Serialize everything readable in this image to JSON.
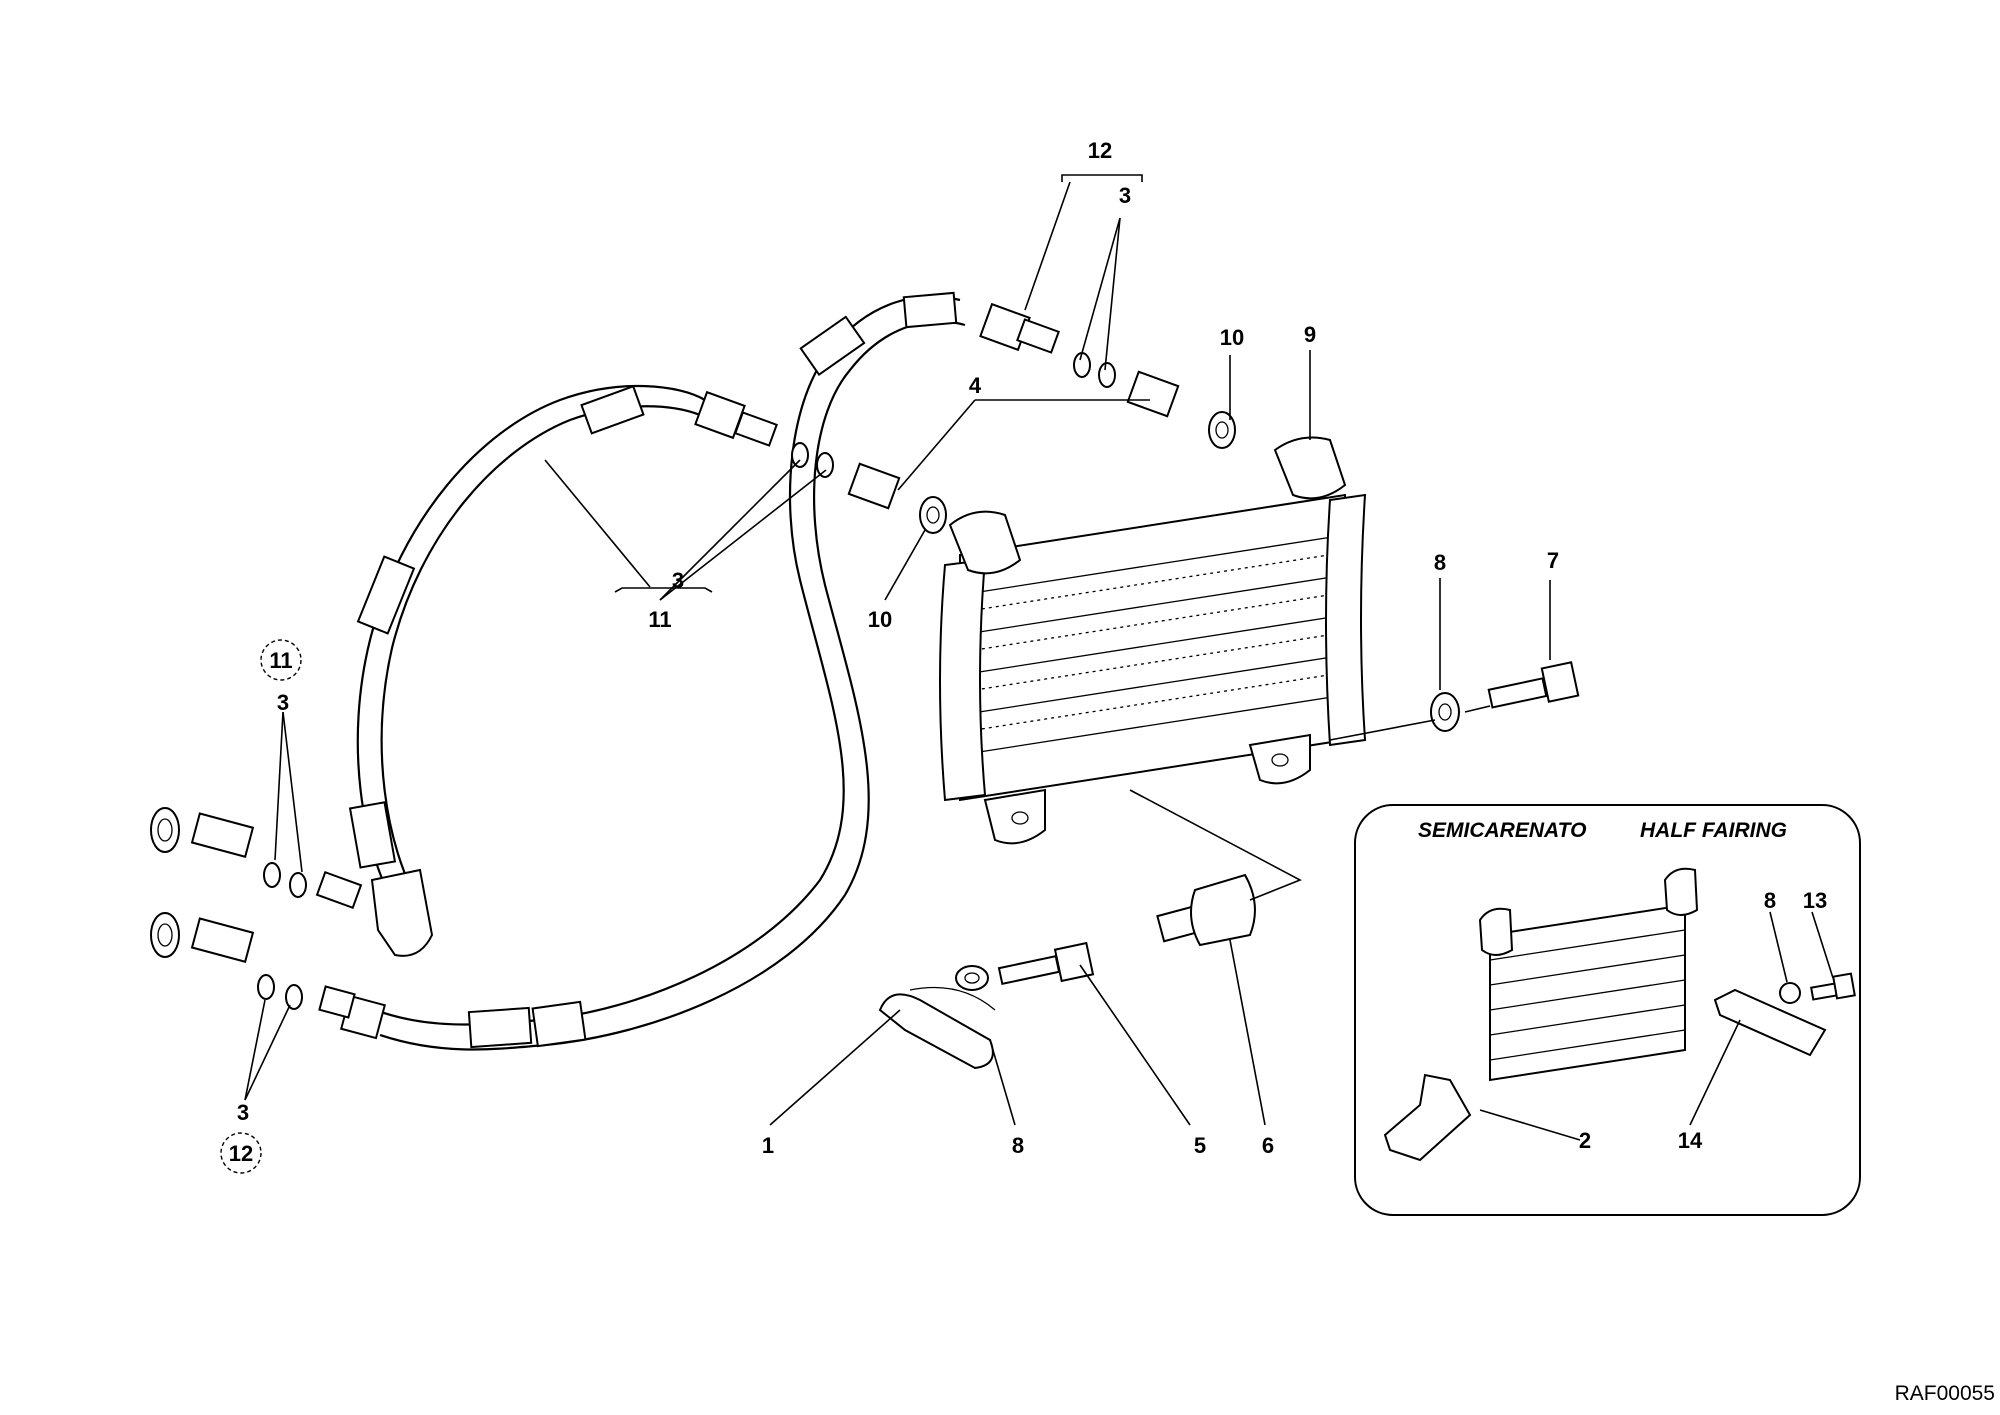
{
  "drawing": {
    "reference": "RAF00055",
    "inset_titles": [
      "SEMICARENATO",
      "HALF FAIRING"
    ]
  },
  "callouts": {
    "c12_top": "12",
    "c3_top": "3",
    "c10_top": "10",
    "c9": "9",
    "c4": "4",
    "c3_mid": "3",
    "c11_mid": "11",
    "c10_mid": "10",
    "c8_right": "8",
    "c7": "7",
    "c11_circ": "11",
    "c3_left_upper": "3",
    "c3_left_lower": "3",
    "c12_circ": "12",
    "c1": "1",
    "c8_bottom": "8",
    "c5": "5",
    "c6": "6",
    "c8_inset": "8",
    "c13": "13",
    "c2": "2",
    "c14": "14"
  }
}
